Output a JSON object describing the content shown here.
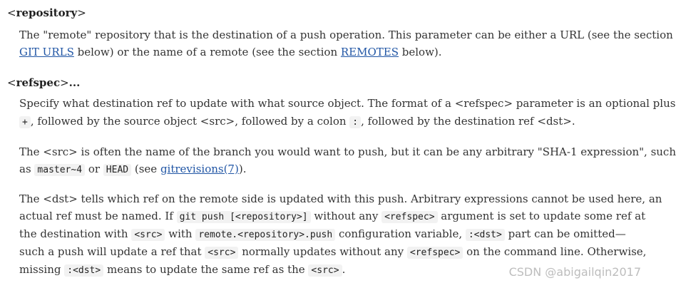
{
  "repository": {
    "term": "repository",
    "lines": [
      {
        "text": "The \"remote\" repository that is the destination of a push operation. This parameter can be either a URL (see the section"
      },
      {
        "link": "GIT URLS",
        "after": " below) or the name of a remote (see the section ",
        "link2": "REMOTES",
        "after2": " below)."
      }
    ]
  },
  "refspec": {
    "term": "refspec",
    "suffix": "...",
    "para1": {
      "line1": "Specify what destination ref to update with what source object. The format of a <refspec> parameter is an optional plus",
      "code_plus": "+",
      "line2_mid": ", followed by the source object <src>, followed by a colon ",
      "code_colon": ":",
      "line2_end": ", followed by the destination ref <dst>."
    },
    "para2": {
      "line1": "The <src> is often the name of the branch you would want to push, but it can be any arbitrary \"SHA-1 expression\", such",
      "as": "as ",
      "code_master": "master~4",
      "or": " or ",
      "code_head": "HEAD",
      "see": " (see ",
      "link": "gitrevisions(7)",
      "end": ")."
    },
    "para3": {
      "line1": "The <dst> tells which ref on the remote side is updated with this push. Arbitrary expressions cannot be used here, an",
      "l2_a": "actual ref must be named. If ",
      "code_gitpush": "git push [<repository>]",
      "l2_b": " without any ",
      "code_refspec": "<refspec>",
      "l2_c": " argument is set to update some ref at",
      "l3_a": "the destination with ",
      "code_src": "<src>",
      "l3_b": " with ",
      "code_remote": "remote.<repository>.push",
      "l3_c": " configuration variable, ",
      "code_dst": ":<dst>",
      "l3_d": " part can be omitted—",
      "l4_a": "such a push will update a ref that ",
      "l4_code_src": "<src>",
      "l4_b": " normally updates without any ",
      "l4_code_refspec": "<refspec>",
      "l4_c": " on the command line. Otherwise,",
      "l5_a": "missing ",
      "l5_code_dst": ":<dst>",
      "l5_b": " means to update the same ref as the ",
      "l5_code_src": "<src>",
      "l5_c": "."
    }
  },
  "watermark": "CSDN @abigailqin2017"
}
